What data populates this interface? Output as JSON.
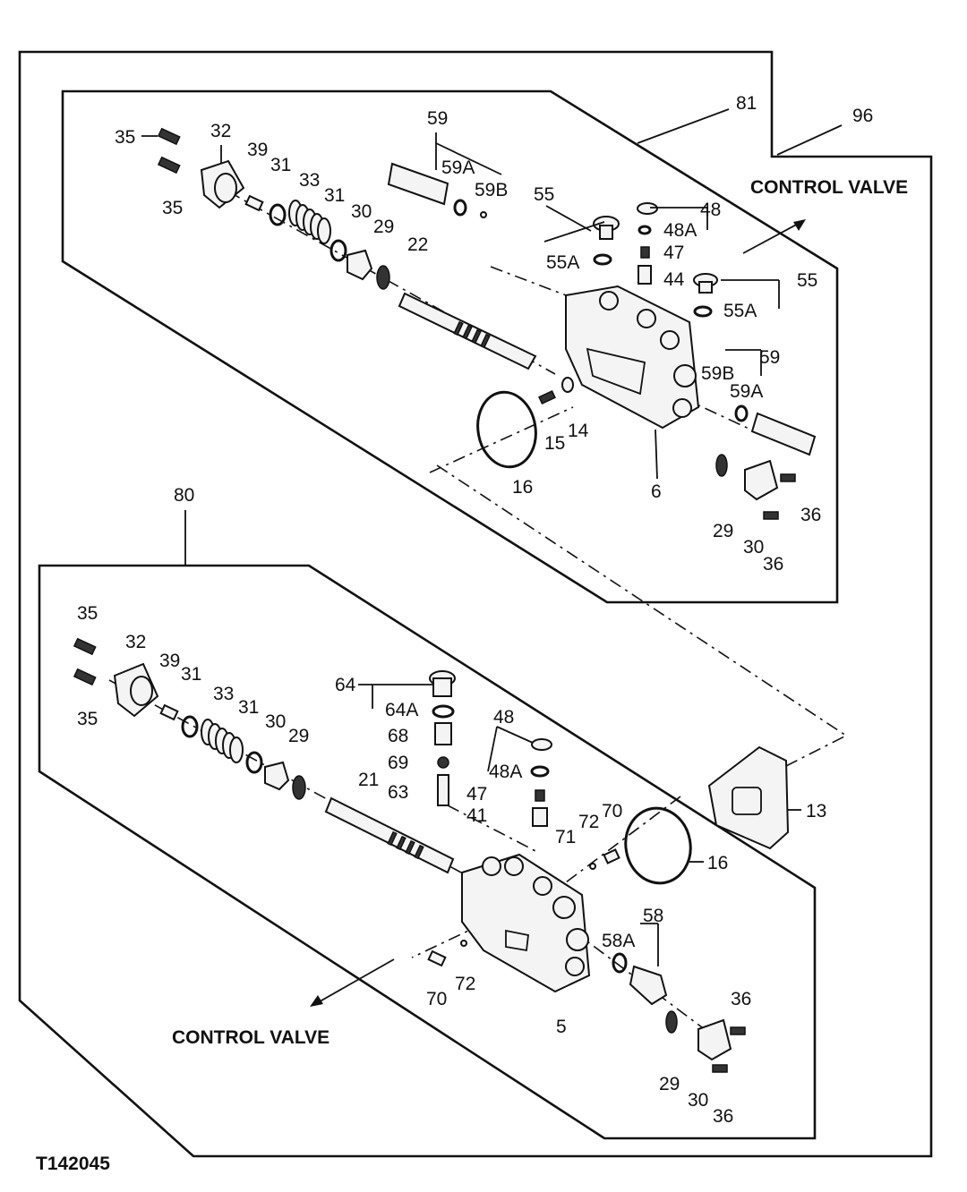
{
  "figure_id": "T142045",
  "top_group": {
    "assembly_label": "81",
    "frame_label": "96",
    "direction_label": "CONTROL VALVE",
    "callouts": [
      "35",
      "35",
      "32",
      "39",
      "31",
      "33",
      "31",
      "30",
      "29",
      "22",
      "59",
      "59A",
      "59B",
      "55",
      "55A",
      "48",
      "48A",
      "47",
      "44",
      "55",
      "55A",
      "59B",
      "59",
      "59A",
      "15",
      "14",
      "16",
      "6",
      "29",
      "30",
      "36",
      "36"
    ]
  },
  "bottom_group": {
    "assembly_label": "80",
    "direction_label": "CONTROL VALVE",
    "callouts": [
      "35",
      "32",
      "35",
      "39",
      "31",
      "33",
      "31",
      "30",
      "29",
      "64",
      "64A",
      "48",
      "68",
      "69",
      "48A",
      "47",
      "63",
      "41",
      "21",
      "72",
      "70",
      "71",
      "13",
      "16",
      "58",
      "58A",
      "70",
      "72",
      "5",
      "36",
      "29",
      "30",
      "36"
    ]
  }
}
